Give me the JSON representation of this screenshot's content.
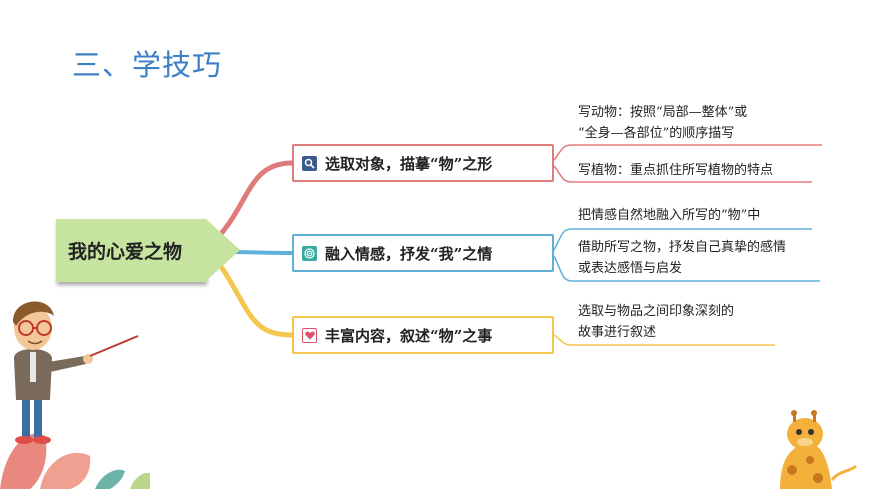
{
  "title": "三、学技巧",
  "root": {
    "label": "我的心爱之物"
  },
  "branches": [
    {
      "label": "选取对象，描摹“物”之形",
      "icon": "magnifier-icon",
      "color": "#e07b7b",
      "leaves": [
        {
          "line1": "写动物：按照“局部—整体”或",
          "line2": "“全身—各部位”的顺序描写"
        },
        {
          "line1": "写植物：重点抓住所写植物的特点"
        }
      ]
    },
    {
      "label": "融入情感，抒发“我”之情",
      "icon": "target-icon",
      "color": "#5fb0d8",
      "leaves": [
        {
          "line1": "把情感自然地融入所写的“物”中"
        },
        {
          "line1": "借助所写之物，抒发自己真挚的感情",
          "line2": "或表达感悟与启发"
        }
      ]
    },
    {
      "label": "丰富内容，叙述“物”之事",
      "icon": "heart-icon",
      "color": "#f5c64d",
      "leaves": [
        {
          "line1": "选取与物品之间印象深刻的",
          "line2": "故事进行叙述"
        }
      ]
    }
  ]
}
